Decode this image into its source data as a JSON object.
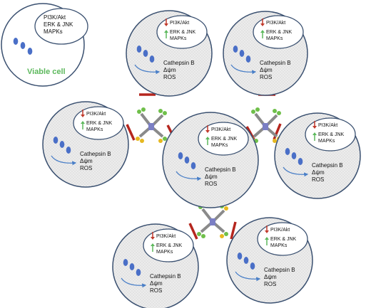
{
  "viable_cell": {
    "label": "Viable cell",
    "nucleus_lines": [
      "PI3K/Akt",
      "ERK & JNK",
      "MAPKs"
    ]
  },
  "apoptotic_cell": {
    "nucleus_down": "PI3K/Akt",
    "nucleus_up_1": "ERK & JNK",
    "nucleus_up_2": "MAPKs",
    "cytoplasm_lines": [
      "Cathepsin B",
      "Δψm",
      "ROS"
    ]
  },
  "colors": {
    "cell_fill": "#e8e8e8",
    "cell_border": "#3a5070",
    "down_arrow": "#c0392b",
    "up_arrow": "#5cb85c",
    "granule": "#4a6fc7",
    "link_bar": "#b5261e",
    "viable_text": "#5cb85c"
  }
}
